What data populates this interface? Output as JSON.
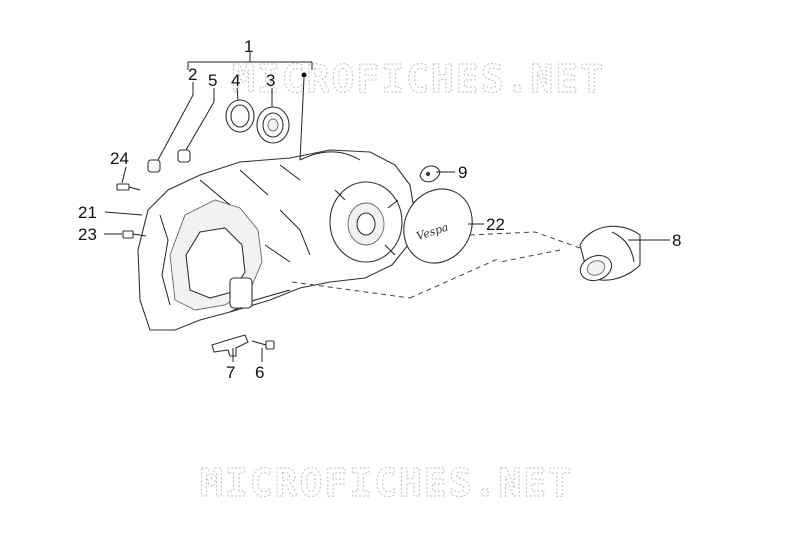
{
  "watermark": {
    "top": "MICROFICHES.NET",
    "bottom": "MICROFICHES.NET"
  },
  "callouts": {
    "c1": "1",
    "c2": "2",
    "c3": "3",
    "c4": "4",
    "c5": "5",
    "c6": "6",
    "c7": "7",
    "c8": "8",
    "c9": "9",
    "c21": "21",
    "c22": "22",
    "c23": "23",
    "c24": "24"
  },
  "badge_text": "Vespa"
}
